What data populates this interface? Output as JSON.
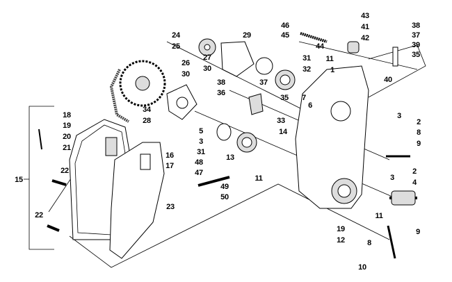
{
  "diagram": {
    "labels": [
      "24",
      "25",
      "29",
      "46",
      "45",
      "43",
      "41",
      "42",
      "44",
      "38",
      "37",
      "39",
      "35",
      "27",
      "30",
      "31",
      "32",
      "11",
      "1",
      "40",
      "26",
      "30",
      "38",
      "37",
      "36",
      "35",
      "7",
      "6",
      "3",
      "2",
      "8",
      "9",
      "34",
      "28",
      "18",
      "19",
      "20",
      "21",
      "5",
      "3",
      "31",
      "33",
      "14",
      "16",
      "17",
      "13",
      "48",
      "47",
      "49",
      "50",
      "11",
      "2",
      "3",
      "4",
      "15",
      "22",
      "22",
      "23",
      "11",
      "19",
      "12",
      "8",
      "9",
      "10"
    ]
  }
}
